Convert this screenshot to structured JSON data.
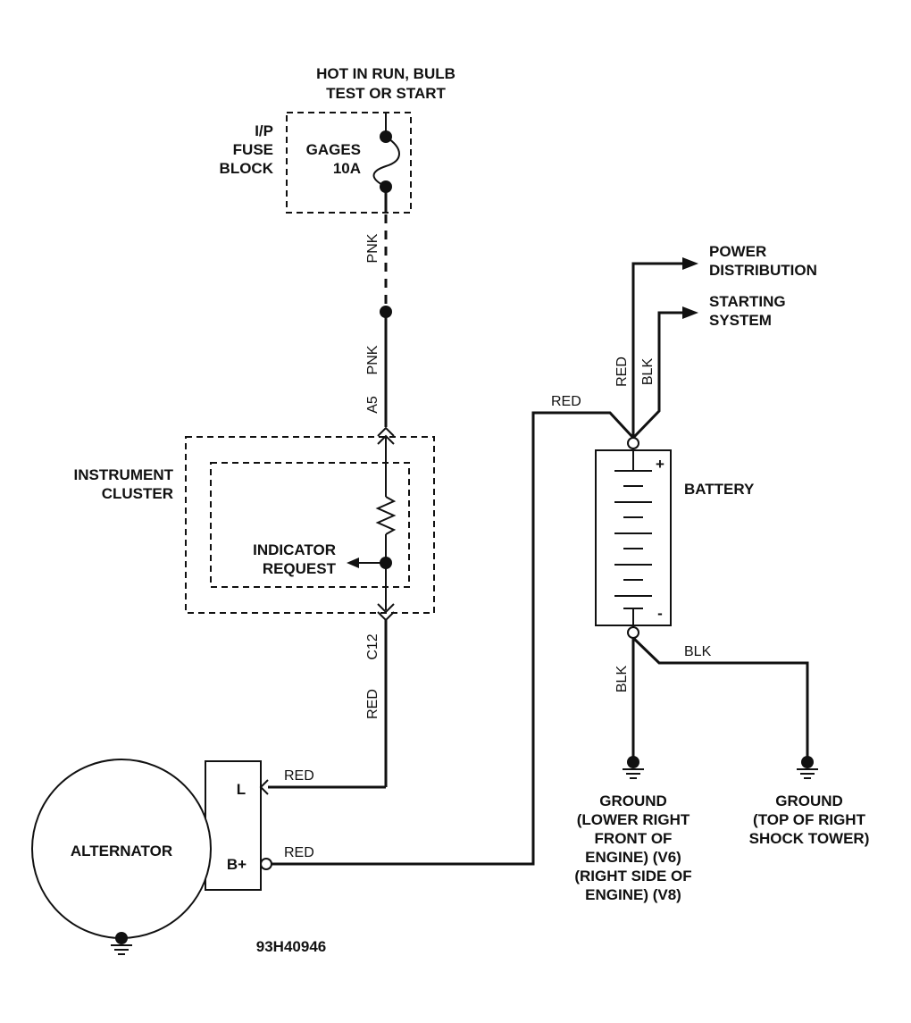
{
  "fuse_block": {
    "label_lines": [
      "I/P",
      "FUSE",
      "BLOCK"
    ],
    "power_note_lines": [
      "HOT IN RUN, BULB",
      "TEST OR START"
    ],
    "fuse_name_lines": [
      "GAGES",
      "10A"
    ]
  },
  "wires": {
    "pnk_upper": "PNK",
    "pnk_lower": "PNK",
    "a5_connector": "A5",
    "c12_connector": "C12",
    "red_l_vertical": "RED",
    "red_l_terminal": "RED",
    "red_b_plus": "RED",
    "red_battery": "RED",
    "red_battery_top": "RED",
    "blk_battery_top": "BLK",
    "blk_ground_lower": "BLK",
    "blk_ground_right": "BLK"
  },
  "instrument_cluster": {
    "label_lines": [
      "INSTRUMENT",
      "CLUSTER"
    ],
    "indicator_lines": [
      "INDICATOR",
      "REQUEST"
    ]
  },
  "battery": {
    "label": "BATTERY",
    "plus": "+",
    "minus": "-"
  },
  "destinations": {
    "power_distribution_lines": [
      "POWER",
      "DISTRIBUTION"
    ],
    "starting_system_lines": [
      "STARTING",
      "SYSTEM"
    ]
  },
  "grounds": {
    "engine_lines": [
      "GROUND",
      "(LOWER RIGHT",
      "FRONT OF",
      "ENGINE) (V6)",
      "(RIGHT SIDE OF",
      "ENGINE) (V8)"
    ],
    "shock_tower_lines": [
      "GROUND",
      "(TOP OF RIGHT",
      "SHOCK TOWER)"
    ]
  },
  "alternator": {
    "label": "ALTERNATOR",
    "terminal_l": "L",
    "terminal_b_plus": "B+"
  },
  "figure_code": "93H40946"
}
